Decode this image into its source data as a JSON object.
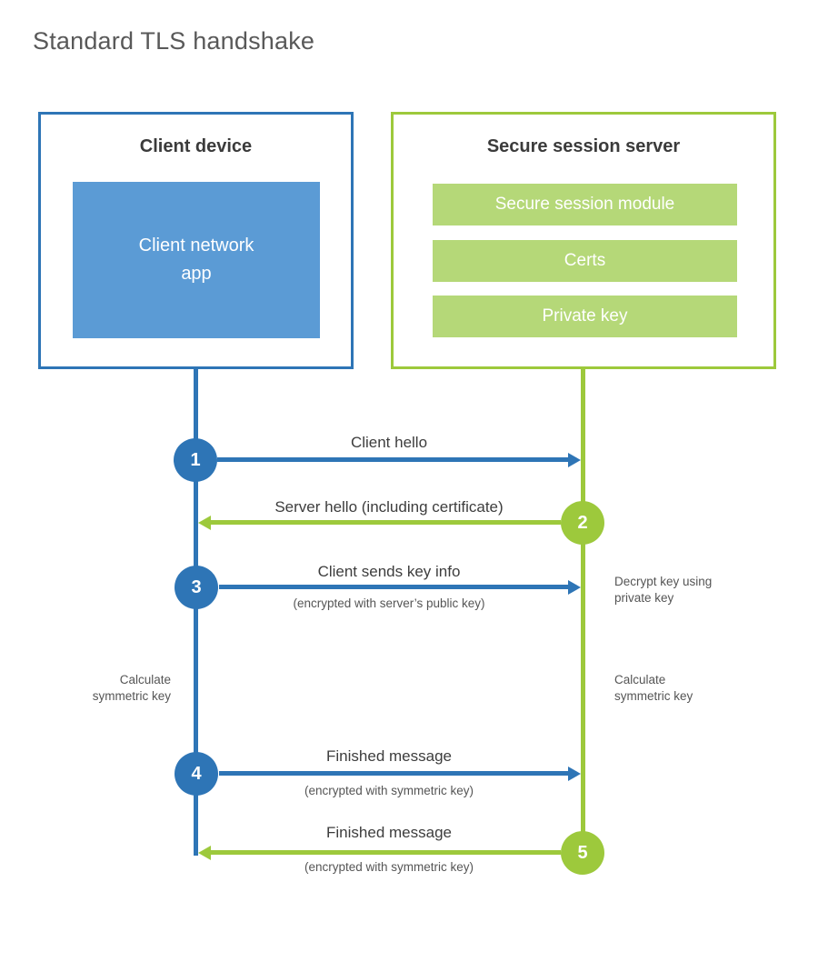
{
  "title": "Standard TLS handshake",
  "colors": {
    "blue": "#2e75b6",
    "blue_fill": "#5b9bd5",
    "green": "#9dc93c",
    "green_fill": "#b5d878"
  },
  "client": {
    "title": "Client device",
    "app_label": "Client network\napp"
  },
  "server": {
    "title": "Secure session server",
    "modules": [
      "Secure session module",
      "Certs",
      "Private key"
    ]
  },
  "messages": [
    {
      "num": "1",
      "label": "Client hello",
      "sub": "",
      "direction": "client-to-server"
    },
    {
      "num": "2",
      "label": "Server hello (including certificate)",
      "sub": "",
      "direction": "server-to-client"
    },
    {
      "num": "3",
      "label": "Client sends key info",
      "sub": "(encrypted with server’s public key)",
      "direction": "client-to-server"
    },
    {
      "num": "4",
      "label": "Finished message",
      "sub": "(encrypted with symmetric key)",
      "direction": "client-to-server"
    },
    {
      "num": "5",
      "label": "Finished message",
      "sub": "(encrypted with symmetric key)",
      "direction": "server-to-client"
    }
  ],
  "notes": {
    "decrypt": "Decrypt key using\nprivate key",
    "calc_left": "Calculate\nsymmetric key",
    "calc_right": "Calculate\nsymmetric key"
  }
}
